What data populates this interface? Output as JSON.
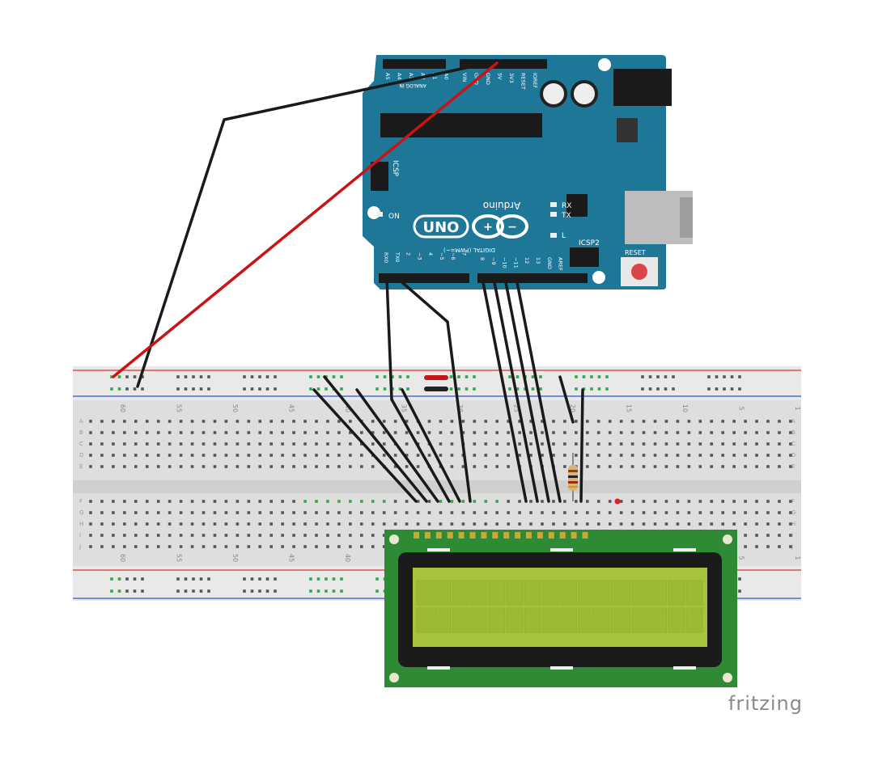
{
  "branding": {
    "watermark": "fritzing"
  },
  "arduino": {
    "model_logo": "UNO",
    "brand": "Arduino",
    "on_label": "ON",
    "rx_label": "RX",
    "tx_label": "TX",
    "l_label": "L",
    "icsp_label": "ICSP",
    "icsp2_label": "ICSP2",
    "reset_label": "RESET",
    "digital_label": "DIGITAL (PWM=~)",
    "analog_label": "ANALOG IN",
    "power_pins": [
      "IOREF",
      "RESET",
      "3V3",
      "5V",
      "GND",
      "GND",
      "VIN"
    ],
    "digital_pins_low": [
      "RX0",
      "TX0",
      "2",
      "~3",
      "4",
      "~5",
      "~6",
      "7"
    ],
    "digital_pins_high": [
      "8",
      "~9",
      "~10",
      "~11",
      "12",
      "13",
      "GND",
      "AREF"
    ],
    "analog_pins": [
      "A0",
      "A1",
      "A2",
      "A3",
      "A4",
      "A5"
    ]
  },
  "breadboard": {
    "column_numbers": [
      "60",
      "55",
      "50",
      "45",
      "40",
      "35",
      "30",
      "25",
      "20",
      "15",
      "10",
      "5",
      "1"
    ],
    "row_letters_top": [
      "A",
      "B",
      "C",
      "D",
      "E"
    ],
    "row_letters_bottom": [
      "F",
      "G",
      "H",
      "I",
      "J"
    ]
  },
  "colors": {
    "arduino_board": "#1f7797",
    "breadboard": "#dcdcdc",
    "rail_red": "#d9534f",
    "rail_blue": "#4a6fd1",
    "wire_black": "#1a1a1a",
    "wire_red": "#c81414",
    "active_hole": "#2fa84f",
    "lcd_pcb": "#2f8a35",
    "lcd_screen": "#a5c33c"
  }
}
